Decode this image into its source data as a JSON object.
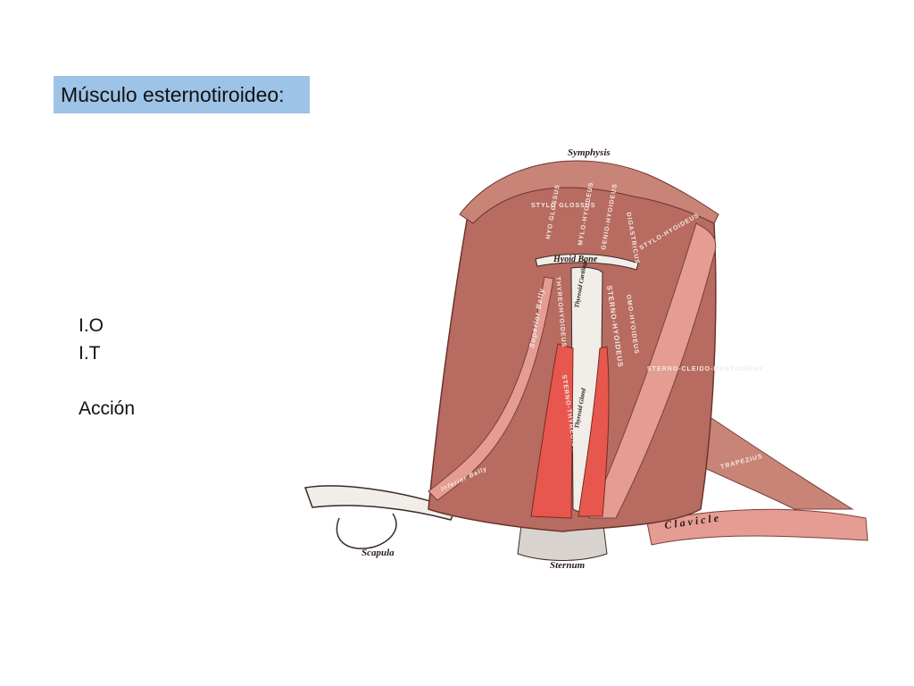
{
  "slide": {
    "title": "Músculo esternotiroideo:",
    "bullets": [
      "I.O",
      "I.T",
      "Acción"
    ]
  },
  "diagram": {
    "labels": {
      "symphysis": "Symphysis",
      "hyoid_bone": "Hyoid Bone",
      "scapula": "Scapula",
      "sternum": "Sternum",
      "clavicle": "Clavicle",
      "stylo_glossus": "STYLO GLOSSUS",
      "hyo_glossus": "HYO GLOSSUS",
      "mylo_hyoideus": "MYLO-HYOIDEUS",
      "genio_hyoideus": "GENIO-HYOIDEUS",
      "digastricus": "DIGASTRICUS",
      "stylo_hyoideus": "STYLO-HYOIDEUS",
      "superior_belly": "Superior Belly",
      "thyreohyoideus": "THYREOHYOIDEUS",
      "sterno_hyoideus": "STERNO-HYOIDEUS",
      "omo_hyoideus": "OMO-HYOIDEUS",
      "sterno_thyreoideus": "STERNO-THYREOIDEUS",
      "sterno_cleido_mastoideus": "STERNO-CLEIDO-MASTOIDEUS",
      "trapezius": "TRAPEZIUS",
      "thyreoid_cartilage": "Thyreoid Cartilage",
      "thyreoid_gland": "Thyreoid Gland",
      "inferior_belly": "Inferior Belly"
    },
    "colors": {
      "highlight": "#e8574e",
      "muscle": "#b86b60",
      "muscle_light": "#e59c92",
      "tendon": "#f1ede8"
    }
  }
}
